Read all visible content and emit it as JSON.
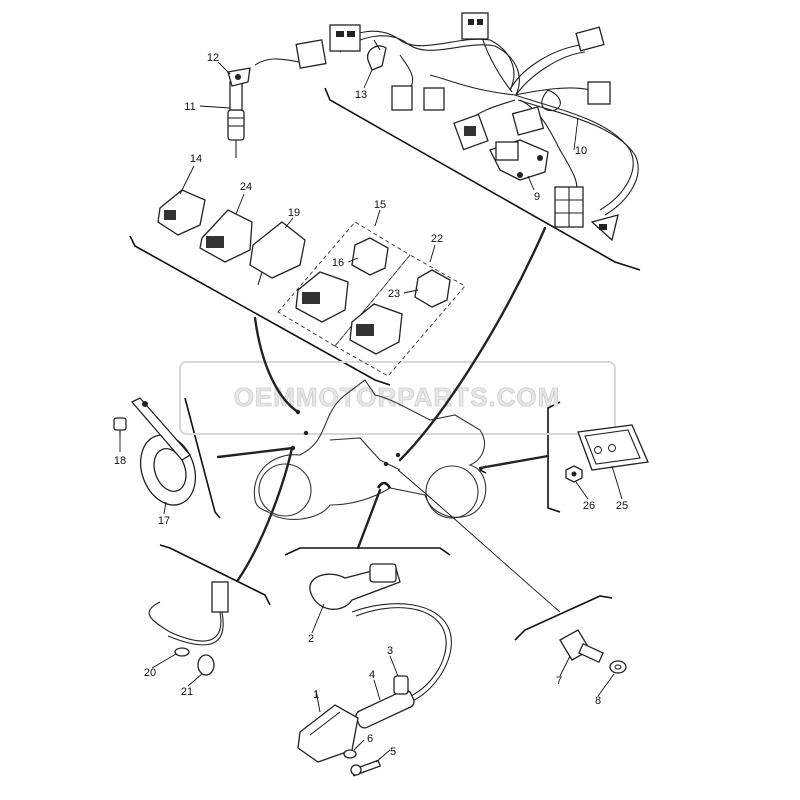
{
  "diagram": {
    "watermark": "OEMMOTORPARTS.COM",
    "callouts": [
      "1",
      "2",
      "3",
      "4",
      "5",
      "6",
      "7",
      "8",
      "9",
      "10",
      "11",
      "12",
      "13",
      "14",
      "15",
      "16",
      "17",
      "18",
      "19",
      "20",
      "21",
      "22",
      "23",
      "24",
      "25",
      "26"
    ]
  }
}
